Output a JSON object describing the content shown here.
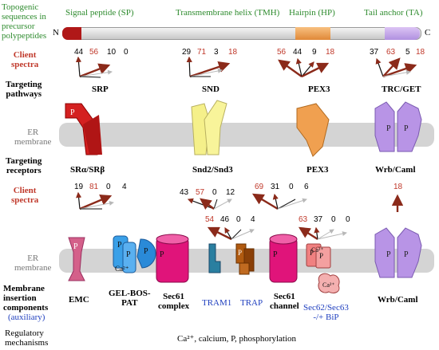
{
  "header": {
    "title_lines": [
      "Topogenic",
      "sequences in",
      "precursor",
      "polypeptides"
    ],
    "n_label": "N",
    "c_label": "C",
    "segments": [
      {
        "label": "Signal peptide (SP)",
        "color": "#b01818"
      },
      {
        "label": "Transmembrane helix (TMH)",
        "color": "#f2ec8a"
      },
      {
        "label": "Hairpin (HP)",
        "color": "#e8a04a"
      },
      {
        "label": "Tail anchor (TA)",
        "color": "#c8a2e6"
      }
    ]
  },
  "rows": {
    "client_spectra": [
      "Client",
      "spectra"
    ],
    "targeting_pathways": [
      "Targeting",
      "pathways"
    ],
    "er_membrane": [
      "ER",
      "membrane"
    ],
    "targeting_receptors": [
      "Targeting",
      "receptors"
    ],
    "client_spectra_2": [
      "Client",
      "spectra"
    ],
    "er_membrane_2": [
      "ER",
      "membrane"
    ],
    "membrane_insertion": [
      "Membrane",
      "insertion",
      "components"
    ],
    "auxiliary": "(auxiliary)",
    "regulatory": [
      "Regulatory",
      "mechanisms"
    ]
  },
  "spectra_top": [
    {
      "values": [
        "44",
        "56",
        "10",
        "0"
      ],
      "pathway": "SRP",
      "receptor": "SRα/SRβ"
    },
    {
      "values": [
        "29",
        "71",
        "3",
        "18"
      ],
      "pathway": "SND",
      "receptor": "Snd2/Snd3"
    },
    {
      "values": [
        "56",
        "44",
        "9",
        "18"
      ],
      "pathway": "PEX3",
      "receptor": "PEX3"
    },
    {
      "values": [
        "37",
        "63",
        "5",
        "18"
      ],
      "pathway": "TRC/GET",
      "receptor": "Wrb/Caml"
    }
  ],
  "spectra_bottom": {
    "emc": [
      "19",
      "81",
      "0",
      "4"
    ],
    "sec61_complex": [
      "43",
      "57",
      "0",
      "12"
    ],
    "trap": [
      "54",
      "46",
      "0",
      "4"
    ],
    "sec61_channel": [
      "69",
      "31",
      "0",
      "6"
    ],
    "sec62": [
      "63",
      "37",
      "0",
      "0"
    ],
    "wrb": [
      "18"
    ]
  },
  "components": {
    "emc": "EMC",
    "gel_bos_pat": [
      "GEL-BOS-",
      "PAT"
    ],
    "sec61_complex": [
      "Sec61",
      "complex"
    ],
    "tram1": "TRAM1",
    "trap": "TRAP",
    "sec61_channel": [
      "Sec61",
      "channel"
    ],
    "sec62": [
      "Sec62/Sec63",
      "-/+ BiP"
    ],
    "wrb": "Wrb/Caml"
  },
  "glyphs": {
    "p": "P",
    "ca": "Ca²⁺"
  },
  "regulatory_text": "Ca²⁺, calcium, P, phosphorylation",
  "colors": {
    "arrow_dark": "#8b2a1a",
    "arrow_light": "#b8b8b8",
    "membrane": "#d4d4d4",
    "client_red": "#c0392b",
    "green_text": "#2e8b2e",
    "aux_blue": "#1f3fbf",
    "srp": "#d42020",
    "snd": "#f5f08a",
    "pex3": "#f0a050",
    "wrb": "#b894e6",
    "emc": "#d4608a",
    "gel": "#3aa0e8",
    "sec61": "#e0147a",
    "tram1": "#2a7fa0",
    "trap": "#b05a10",
    "sec62": "#f08080"
  }
}
